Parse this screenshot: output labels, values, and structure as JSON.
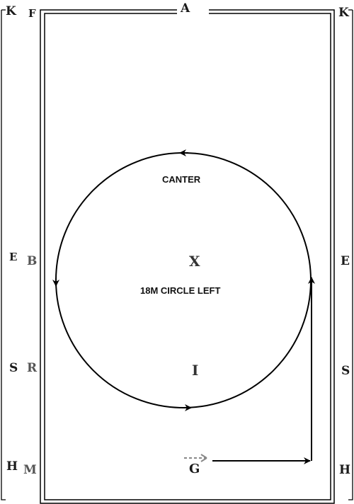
{
  "markers": {
    "top_center": "A",
    "top_left_outer": "K",
    "top_left_inner": "F",
    "top_right": "K",
    "mid_left_outer": "E",
    "mid_left_inner": "B",
    "mid_right": "E",
    "lower_left_outer": "S",
    "lower_left_inner": "R",
    "lower_right": "S",
    "bottom_left_outer": "H",
    "bottom_left_inner": "M",
    "bottom_right": "H",
    "bottom_center": "G"
  },
  "center_points": {
    "x_point": "X",
    "i_point": "I"
  },
  "annotations": {
    "gait": "CANTER",
    "figure": "18M CIRCLE LEFT"
  },
  "colors": {
    "line": "#000000",
    "faint_arrow": "#888888"
  }
}
